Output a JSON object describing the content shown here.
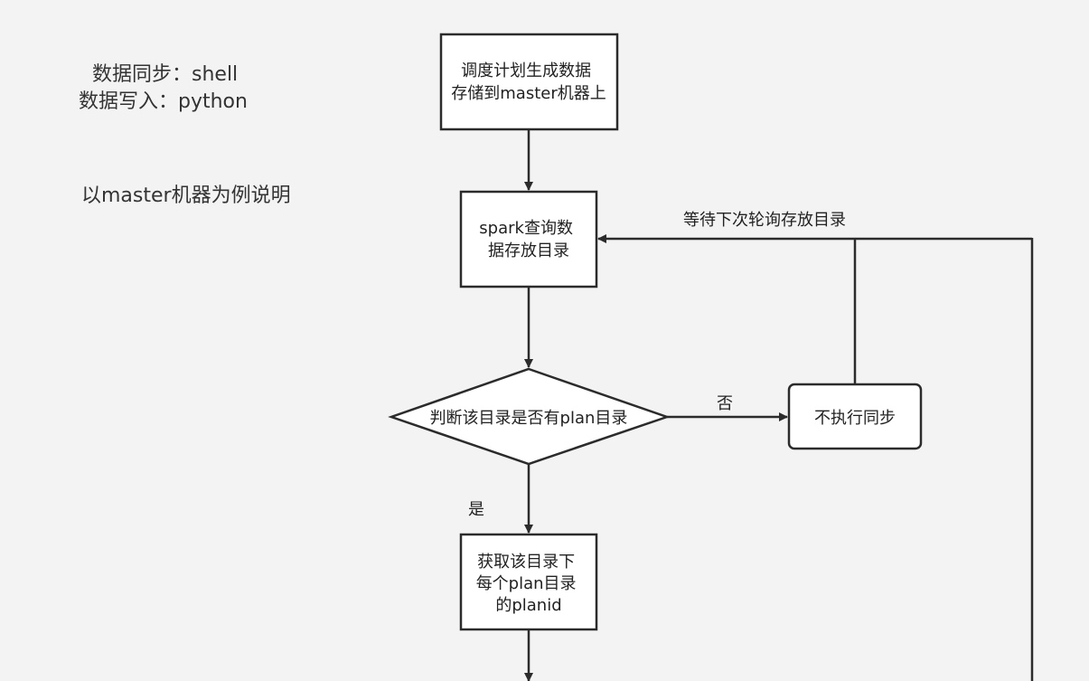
{
  "notes": {
    "sync_line": "数据同步：shell",
    "write_line": "数据写入：python",
    "example_line": "以master机器为例说明"
  },
  "nodes": {
    "generate": [
      "调度计划生成数据",
      "存储到master机器上"
    ],
    "query": [
      "spark查询数",
      "据存放目录"
    ],
    "decision": [
      "判断该目录是否有plan目录"
    ],
    "no_sync": [
      "不执行同步"
    ],
    "fetch": [
      "获取该目录下",
      "每个plan目录",
      "的planid"
    ]
  },
  "edges": {
    "no_label": "否",
    "yes_label": "是",
    "wait_label": "等待下次轮询存放目录"
  },
  "colors": {
    "stroke": "#2b2b2b",
    "fill": "#ffffff",
    "background": "#f3f3f3"
  }
}
